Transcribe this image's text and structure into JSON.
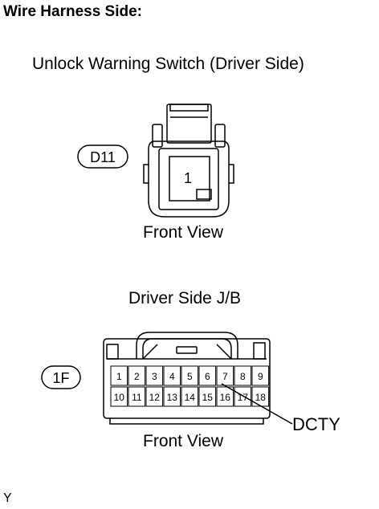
{
  "heading": "Wire Harness Side:",
  "connector1": {
    "title": "Unlock Warning Switch (Driver Side)",
    "code": "D11",
    "pins": [
      "1"
    ],
    "view_label": "Front View"
  },
  "connector2": {
    "title": "Driver Side J/B",
    "code": "1F",
    "pins_top": [
      "1",
      "2",
      "3",
      "4",
      "5",
      "6",
      "7",
      "8",
      "9"
    ],
    "pins_bottom": [
      "10",
      "11",
      "12",
      "13",
      "14",
      "15",
      "16",
      "17",
      "18"
    ],
    "view_label": "Front View",
    "wire_label": "DCTY"
  },
  "figure_code": "Y"
}
